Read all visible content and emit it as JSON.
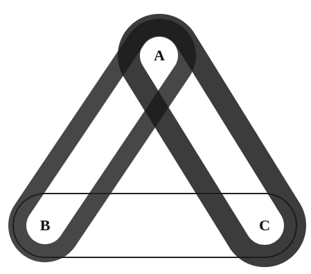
{
  "diagram": {
    "nodes": [
      {
        "text": [
          "A"
        ]
      },
      {
        "text": [
          "B"
        ]
      },
      {
        "text": [
          "C"
        ]
      }
    ],
    "edges": [
      {
        "from": 1,
        "to": 2,
        "arrow": "none"
      },
      {
        "from": 0,
        "to": 1,
        "arrow": "none"
      },
      {
        "from": 0,
        "to": 2,
        "arrow": "none"
      }
    ]
  }
}
